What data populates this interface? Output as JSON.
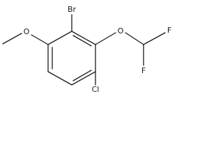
{
  "labels": {
    "bromine": "Br",
    "ether_oxygen": "O",
    "methoxy_oxygen": "O",
    "fluorine_top": "F",
    "fluorine_bottom": "F",
    "chlorine": "Cl"
  },
  "colors": {
    "ink": "#1a1a1a",
    "background": "#ffffff"
  }
}
